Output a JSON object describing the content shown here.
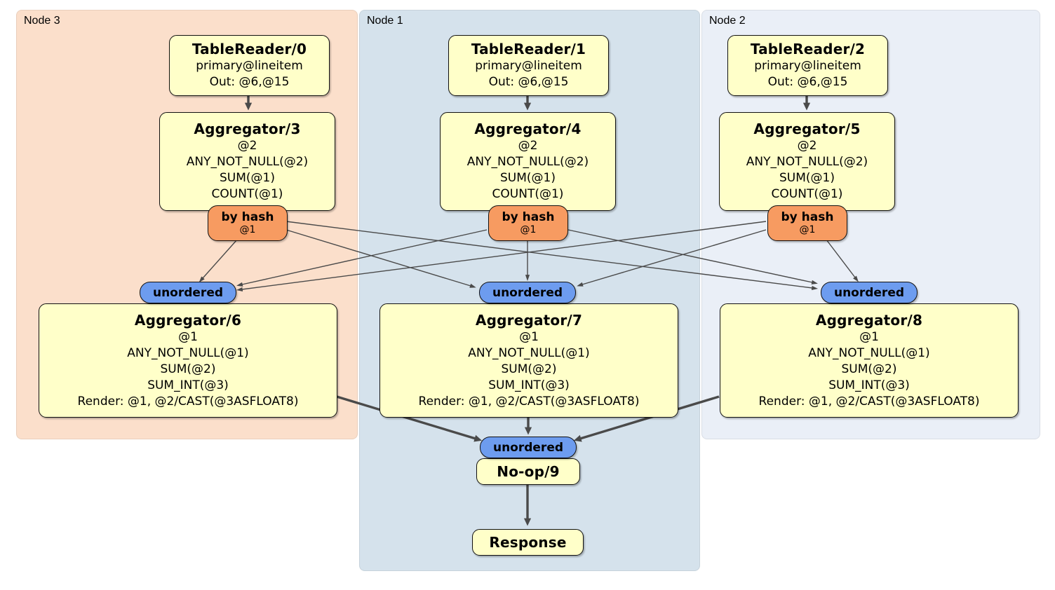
{
  "nodes": [
    {
      "label": "Node 3",
      "table_reader": {
        "title": "TableReader/0",
        "lines": [
          "primary@lineitem",
          "Out: @6,@15"
        ]
      },
      "aggregator_top": {
        "title": "Aggregator/3",
        "lines": [
          "@2",
          "ANY_NOT_NULL(@2)",
          "SUM(@1)",
          "COUNT(@1)"
        ]
      },
      "router": {
        "title": "by hash",
        "detail": "@1"
      },
      "sync": {
        "label": "unordered"
      },
      "aggregator_bottom": {
        "title": "Aggregator/6",
        "lines": [
          "@1",
          "ANY_NOT_NULL(@1)",
          "SUM(@2)",
          "SUM_INT(@3)",
          "Render: @1, @2/CAST(@3ASFLOAT8)"
        ]
      }
    },
    {
      "label": "Node 1",
      "table_reader": {
        "title": "TableReader/1",
        "lines": [
          "primary@lineitem",
          "Out: @6,@15"
        ]
      },
      "aggregator_top": {
        "title": "Aggregator/4",
        "lines": [
          "@2",
          "ANY_NOT_NULL(@2)",
          "SUM(@1)",
          "COUNT(@1)"
        ]
      },
      "router": {
        "title": "by hash",
        "detail": "@1"
      },
      "sync": {
        "label": "unordered"
      },
      "aggregator_bottom": {
        "title": "Aggregator/7",
        "lines": [
          "@1",
          "ANY_NOT_NULL(@1)",
          "SUM(@2)",
          "SUM_INT(@3)",
          "Render: @1, @2/CAST(@3ASFLOAT8)"
        ]
      }
    },
    {
      "label": "Node 2",
      "table_reader": {
        "title": "TableReader/2",
        "lines": [
          "primary@lineitem",
          "Out: @6,@15"
        ]
      },
      "aggregator_top": {
        "title": "Aggregator/5",
        "lines": [
          "@2",
          "ANY_NOT_NULL(@2)",
          "SUM(@1)",
          "COUNT(@1)"
        ]
      },
      "router": {
        "title": "by hash",
        "detail": "@1"
      },
      "sync": {
        "label": "unordered"
      },
      "aggregator_bottom": {
        "title": "Aggregator/8",
        "lines": [
          "@1",
          "ANY_NOT_NULL(@1)",
          "SUM(@2)",
          "SUM_INT(@3)",
          "Render: @1, @2/CAST(@3ASFLOAT8)"
        ]
      }
    }
  ],
  "final": {
    "sync": {
      "label": "unordered"
    },
    "noop": {
      "title": "No-op/9"
    },
    "response": {
      "title": "Response"
    }
  },
  "colors": {
    "node3_bg": "#FBDFCB",
    "node1_bg": "#D5E2EC",
    "node2_bg": "#EAEFF7",
    "processor_box": "#FFFFC9",
    "hash_router": "#F79B61",
    "sync_oval": "#6D9CEF",
    "edge": "#4A4A4A"
  }
}
